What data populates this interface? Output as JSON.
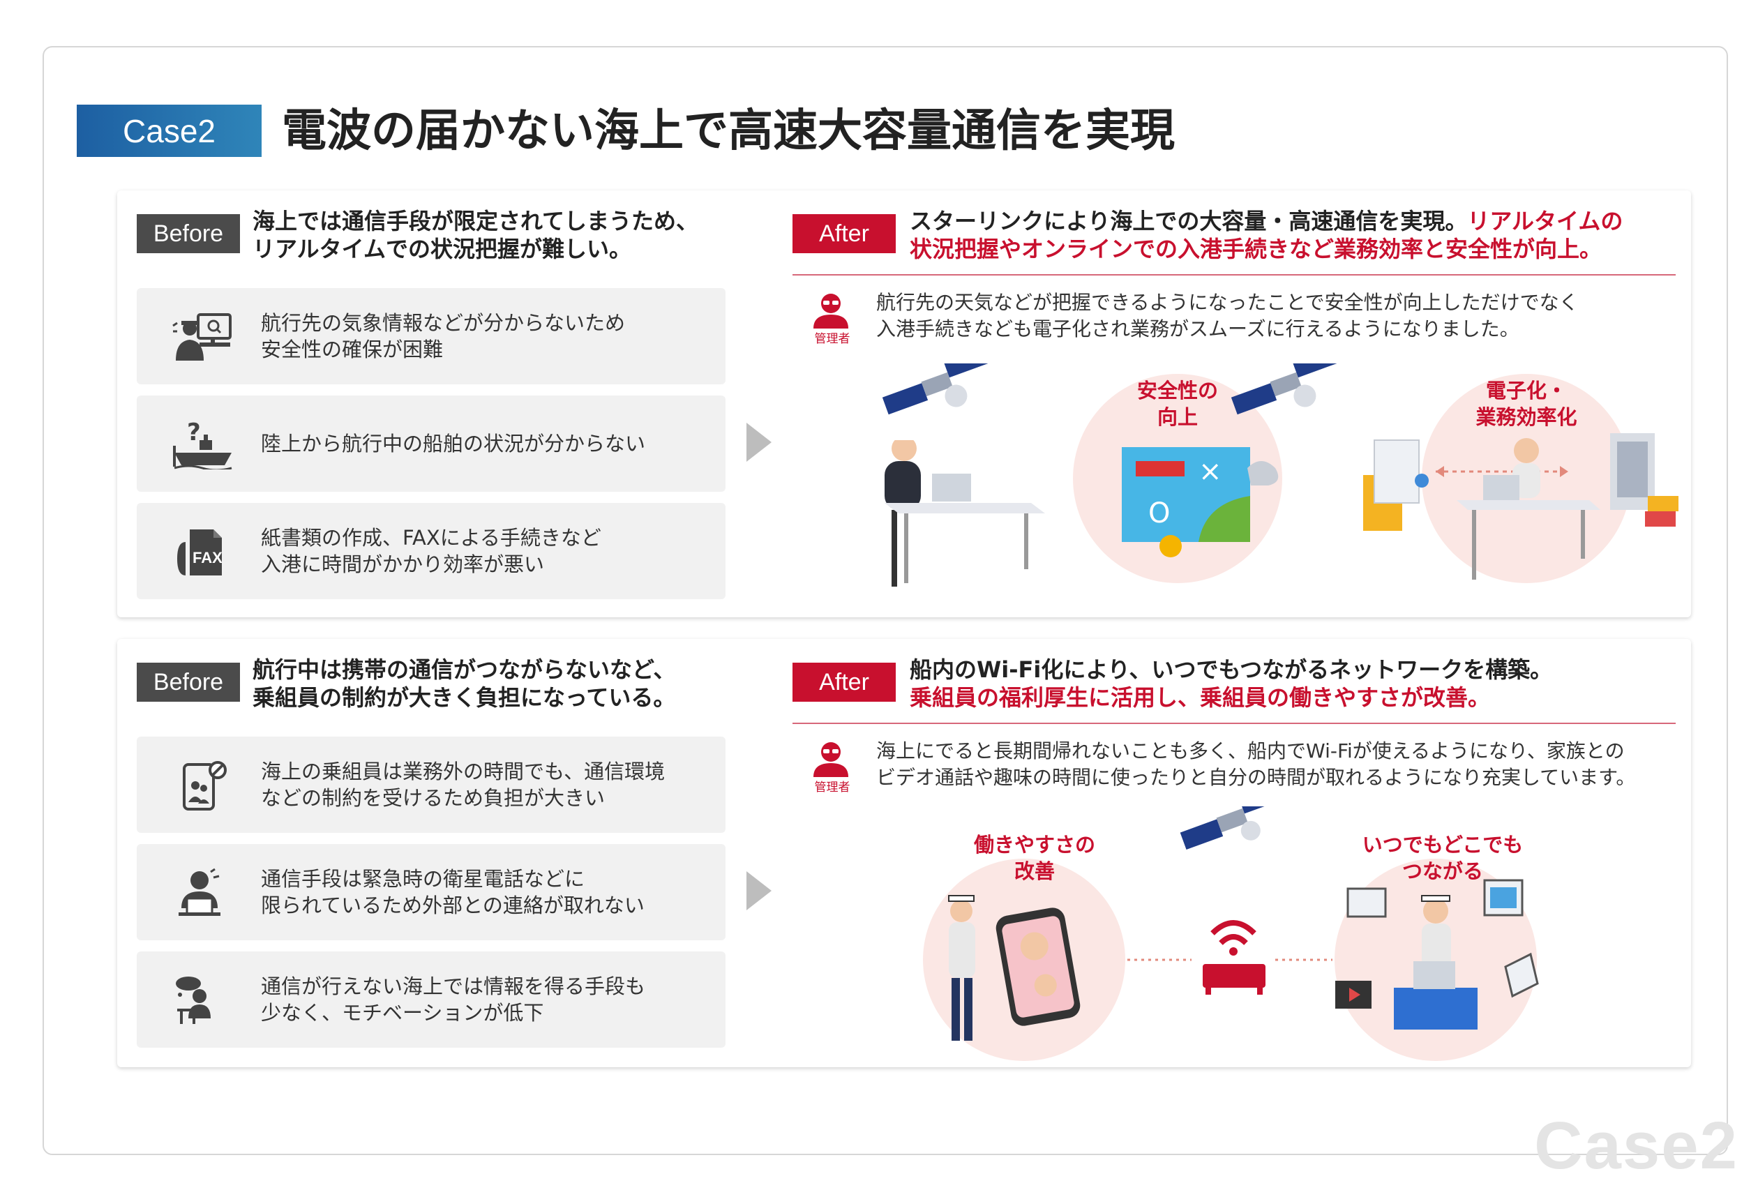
{
  "header": {
    "case_label": "Case2",
    "title": "電波の届かない海上で高速大容量通信を実現",
    "watermark": "Case2"
  },
  "section1": {
    "before_tag": "Before",
    "before_heading": [
      "海上では通信手段が限定されてしまうため、",
      "リアルタイムでの状況把握が難しい。"
    ],
    "items": [
      {
        "icon": "weather-monitor-icon",
        "lines": [
          "航行先の気象情報などが分からないため",
          "安全性の確保が困難"
        ]
      },
      {
        "icon": "ship-question-icon",
        "lines": [
          "陸上から航行中の船舶の状況が分からない"
        ]
      },
      {
        "icon": "fax-icon",
        "icon_text": "FAX",
        "lines": [
          "紙書類の作成、FAXによる手続きなど",
          "入港に時間がかかり効率が悪い"
        ]
      }
    ],
    "after_tag": "After",
    "after_heading_line1_black": "スターリンクにより海上での大容量・高速通信を実現。",
    "after_heading_line1_red": "リアルタイムの",
    "after_heading_line2_red": "状況把握やオンラインでの入港手続きなど業務効率と安全性が向上。",
    "manager_label": "管理者",
    "comment": [
      "航行先の天気などが把握できるようになったことで安全性が向上しただけでなく",
      "入港手続きなども電子化され業務がスムーズに行えるようになりました。"
    ],
    "benefit1": [
      "安全性の",
      "向上"
    ],
    "benefit2": [
      "電子化・",
      "業務効率化"
    ]
  },
  "section2": {
    "before_tag": "Before",
    "before_heading": [
      "航行中は携帯の通信がつながらないなど、",
      "乗組員の制約が大きく負担になっている。"
    ],
    "items": [
      {
        "icon": "phone-prohibited-icon",
        "lines": [
          "海上の乗組員は業務外の時間でも、通信環境",
          "などの制約を受けるため負担が大きい"
        ]
      },
      {
        "icon": "worried-worker-icon",
        "lines": [
          "通信手段は緊急時の衛星電話などに",
          "限られているため外部との連絡が取れない"
        ]
      },
      {
        "icon": "idle-person-icon",
        "lines": [
          "通信が行えない海上では情報を得る手段も",
          "少なく、モチベーションが低下"
        ]
      }
    ],
    "after_tag": "After",
    "after_heading_line1": "船内のWi-Fi化により、いつでもつながるネットワークを構築。",
    "after_heading_line2_red": "乗組員の福利厚生に活用し、乗組員の働きやすさが改善。",
    "manager_label": "管理者",
    "comment": [
      "海上にでると長期間帰れないことも多く、船内でWi-Fiが使えるようになり、家族との",
      "ビデオ通話や趣味の時間に使ったりと自分の時間が取れるようになり充実しています。"
    ],
    "benefit1": [
      "働きやすさの",
      "改善"
    ],
    "benefit2": [
      "いつでもどこでも",
      "つながる"
    ]
  },
  "colors": {
    "accent_red": "#c8102e",
    "before_gray": "#4b4b4b",
    "case_blue": "#1d5fa2",
    "item_bg": "#f1f1f1"
  }
}
